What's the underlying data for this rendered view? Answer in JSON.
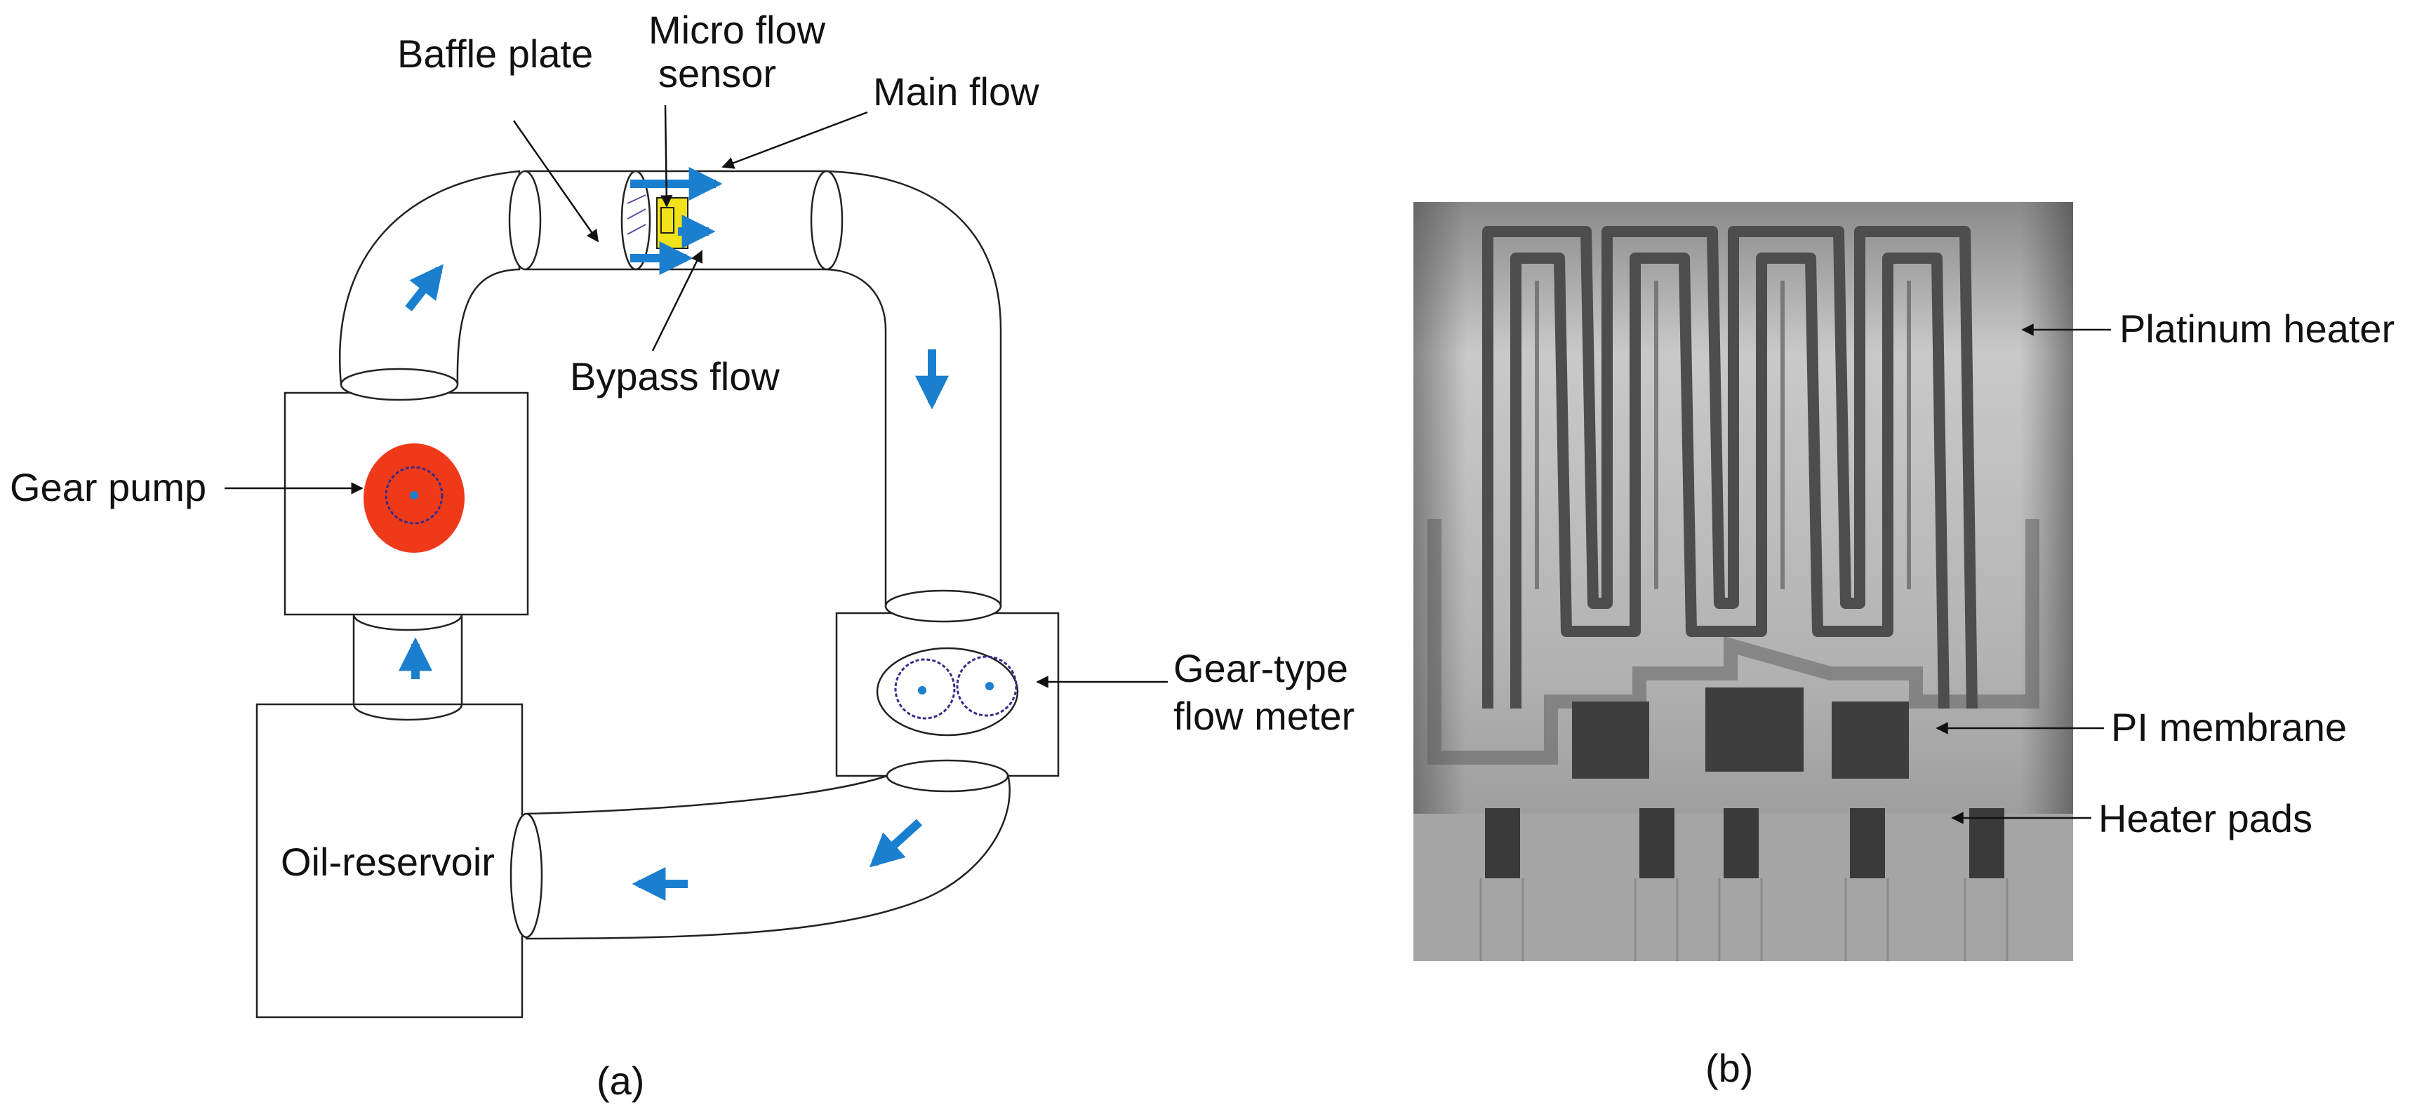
{
  "panel_a": {
    "caption": "(a)",
    "labels": {
      "baffle_plate": "Baffle plate",
      "micro_flow_sensor_line1": "Micro flow",
      "micro_flow_sensor_line2": "sensor",
      "main_flow": "Main flow",
      "bypass_flow": "Bypass flow",
      "gear_pump": "Gear pump",
      "gear_type_line1": "Gear-type",
      "gear_type_line2": "flow meter",
      "oil_reservoir": "Oil-reservoir"
    },
    "colors": {
      "flow_arrow": "#1a7fcf",
      "pump_body": "#ef3a1a",
      "sensor": "#f2e21a",
      "gear_outline": "#3a2a8a"
    }
  },
  "panel_b": {
    "caption": "(b)",
    "labels": {
      "platinum_heater": "Platinum heater",
      "pi_membrane": "PI membrane",
      "heater_pads": "Heater pads"
    }
  }
}
